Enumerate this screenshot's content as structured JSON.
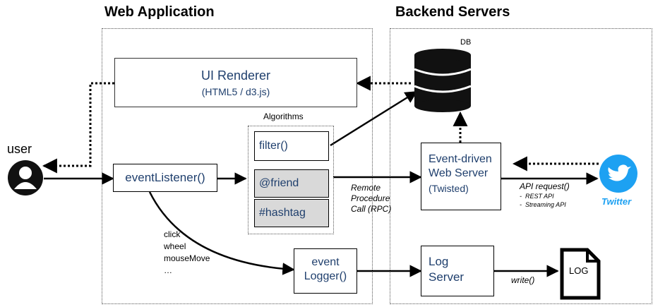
{
  "regions": {
    "web_app_title": "Web Application",
    "backend_title": "Backend Servers"
  },
  "nodes": {
    "ui_renderer": {
      "title": "UI Renderer",
      "subtitle": "(HTML5 / d3.js)"
    },
    "user": {
      "label": "user"
    },
    "event_listener": {
      "label": "eventListener()"
    },
    "algorithms": {
      "label": "Algorithms",
      "items": [
        "filter()",
        "@friend",
        "#hashtag"
      ]
    },
    "event_logger": {
      "line1": "event",
      "line2": "Logger()"
    },
    "db": {
      "label": "DB"
    },
    "web_server": {
      "line1": "Event-driven",
      "line2": "Web Server",
      "line3": "(Twisted)"
    },
    "log_server": {
      "line1": "Log",
      "line2": "Server"
    },
    "twitter": {
      "label": "Twitter"
    },
    "log_file": {
      "label": "LOG"
    }
  },
  "edge_labels": {
    "rpc": [
      "Remote",
      "Procedure",
      "Call (RPC)"
    ],
    "events": [
      "click",
      "wheel",
      "mouseMove",
      "…"
    ],
    "api_request": "API request()",
    "api_items": [
      "REST API",
      "Streaming API"
    ],
    "write": "write()"
  },
  "colors": {
    "box_text": "#1f3f6d",
    "grey_fill": "#d9d9d9",
    "twitter_blue": "#1da1f2"
  }
}
